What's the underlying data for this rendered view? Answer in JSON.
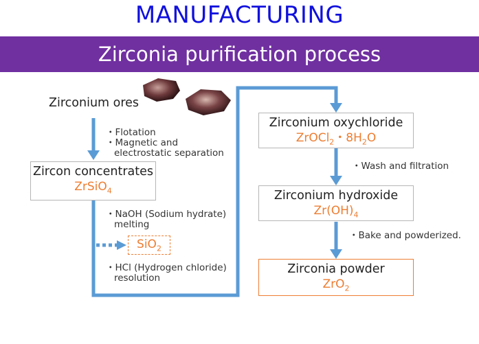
{
  "header": {
    "title": "MANUFACTURING",
    "banner": "Zirconia purification process"
  },
  "colors": {
    "title": "#1010dd",
    "banner": "#7030a0",
    "arrow": "#5b9bd5",
    "formula": "#ed7d31"
  },
  "ores": {
    "label": "Zirconium ores"
  },
  "steps": [
    {
      "name": "Zircon concentrates",
      "formula": "ZrSiO<sub>4</sub>"
    },
    {
      "name": "Zirconium oxychloride",
      "formula": "ZrOCl<sub>2</sub>・8H<sub>2</sub>O"
    },
    {
      "name": "Zirconium hydroxide",
      "formula": "Zr(OH)<sub>4</sub>"
    },
    {
      "name": "Zirconia powder",
      "formula": "ZrO<sub>2</sub>"
    }
  ],
  "notes": {
    "ore_to_zircon": [
      "・Flotation",
      "・Magnetic and",
      "  electrostatic separation"
    ],
    "naoh": [
      "・NaOH (Sodium hydrate)",
      "  melting"
    ],
    "hcl": [
      "・HCl (Hydrogen chloride)",
      "  resolution"
    ],
    "wash": "・Wash and filtration",
    "bake": "・Bake and powderized."
  },
  "byproduct": {
    "formula": "SiO<sub>2</sub>"
  }
}
